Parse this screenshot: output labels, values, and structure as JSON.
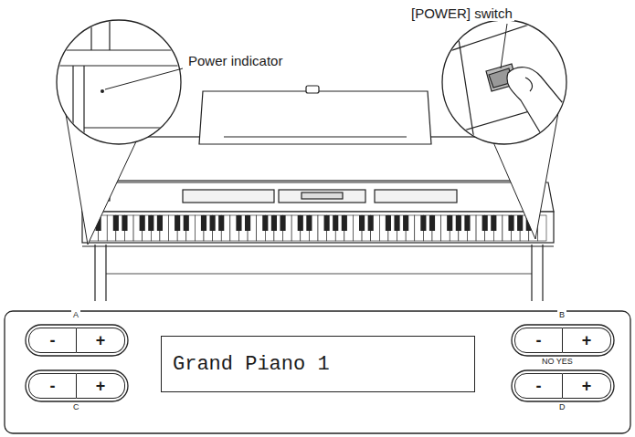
{
  "diagram": {
    "nodes": [
      {
        "text": [
          "-"
        ]
      },
      {
        "text": [
          "+"
        ]
      },
      {
        "text": [
          "Grand Piano 1"
        ]
      },
      {
        "text": [
          "-"
        ]
      },
      {
        "text": [
          "+"
        ]
      },
      {
        "text": [
          "-"
        ]
      },
      {
        "text": [
          "+"
        ]
      },
      {
        "text": [
          "-"
        ]
      },
      {
        "text": [
          "+"
        ]
      }
    ],
    "labels": [
      "[POWER] switch",
      "Power indicator",
      "A",
      "B",
      "NO YES",
      "C",
      "D"
    ]
  }
}
